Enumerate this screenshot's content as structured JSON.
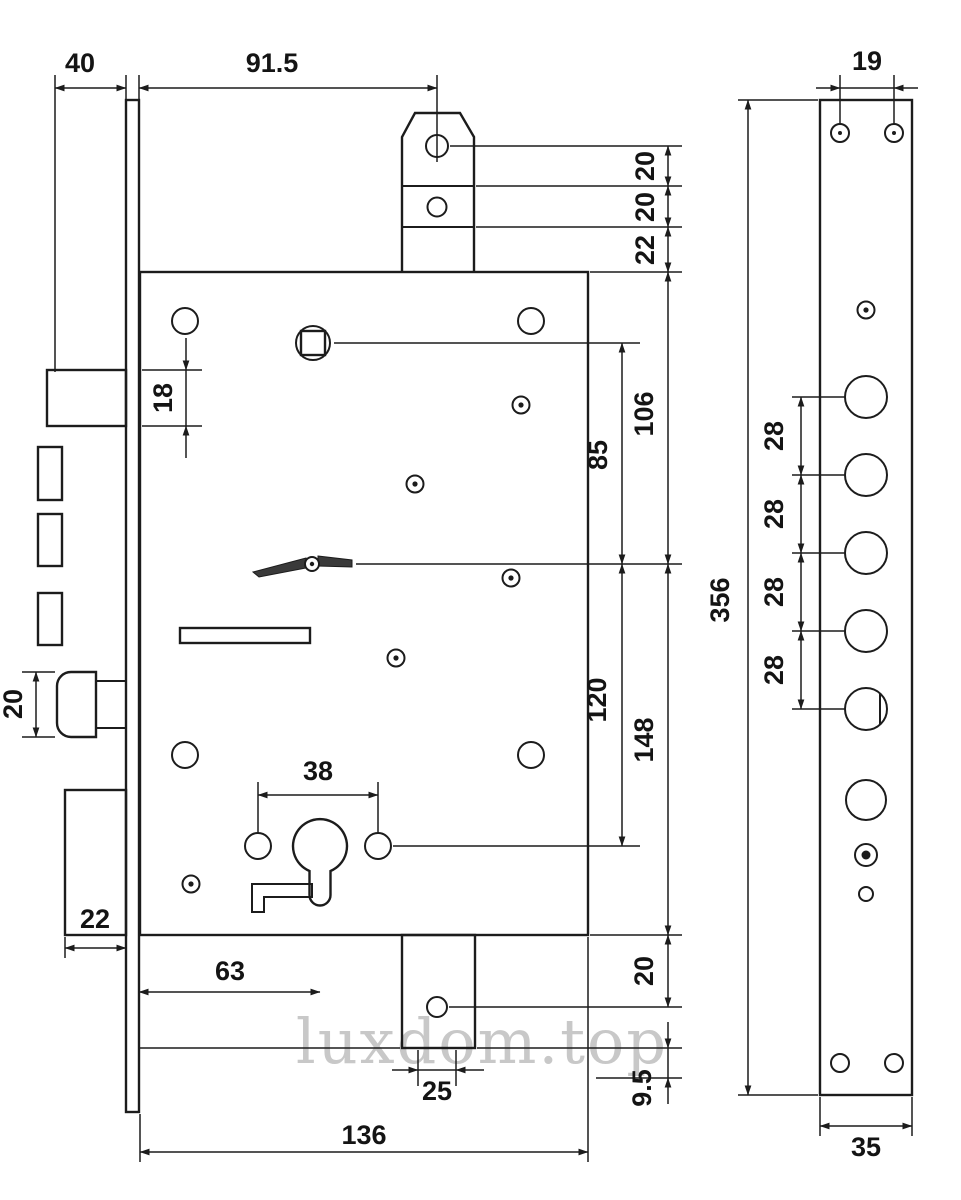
{
  "watermark": "luxdom.top",
  "colors": {
    "line": "#1c1c1c",
    "watermark": "#c8c8c8"
  },
  "front_view": {
    "dim_top_offset": "40",
    "dim_top_backset": "91.5",
    "dim_latch_seg_a": "20",
    "dim_latch_seg_b": "20",
    "dim_latch_seg_c": "22",
    "dim_top_bolt": "18",
    "dim_top_spindle": "106",
    "dim_follower_spindle": "85",
    "dim_spindle_cylinder": "120",
    "dim_spindle_bottom": "148",
    "dim_latchbolt": "20",
    "dim_cylinder_screws": "38",
    "dim_bottom_bolt": "22",
    "dim_backset": "63",
    "dim_bottom_seg": "20",
    "dim_bottom_tab": "25",
    "dim_body_width": "136",
    "dim_bottom_gap": "9.5"
  },
  "side_view": {
    "dim_screw_spacing": "19",
    "dim_plate_height": "356",
    "dim_pin_spacing": [
      "28",
      "28",
      "28",
      "28"
    ],
    "dim_plate_width": "35"
  }
}
